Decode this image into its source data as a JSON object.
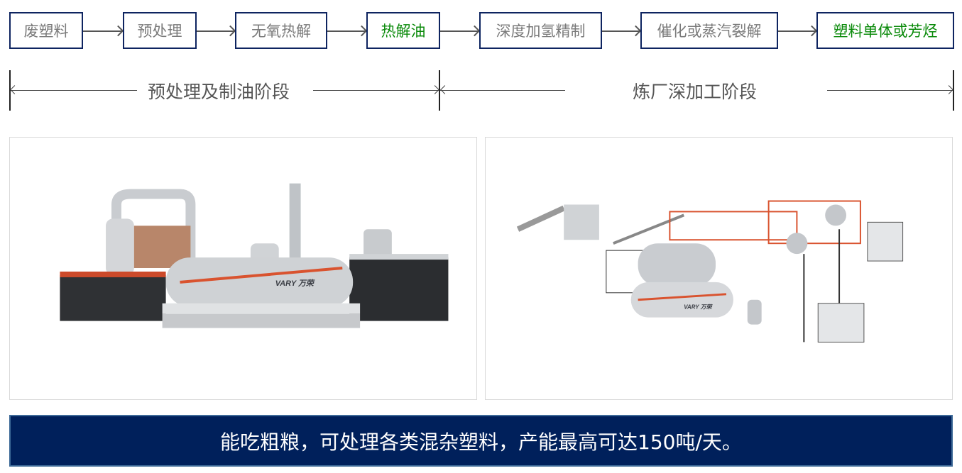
{
  "process_steps": [
    {
      "label": "废塑料",
      "highlight": false
    },
    {
      "label": "预处理",
      "highlight": false
    },
    {
      "label": "无氧热解",
      "highlight": false
    },
    {
      "label": "热解油",
      "highlight": true
    },
    {
      "label": "深度加氢精制",
      "highlight": false
    },
    {
      "label": "催化或蒸汽裂解",
      "highlight": false
    },
    {
      "label": "塑料单体或芳烃",
      "highlight": true
    }
  ],
  "stages": [
    {
      "label": "预处理及制油阶段"
    },
    {
      "label": "炼厂深加工阶段"
    }
  ],
  "images": [
    {
      "name": "pyrolysis-plant-machine",
      "brand": "VARY 万荣"
    },
    {
      "name": "refinery-plant-layout",
      "brand": "VARY 万荣"
    }
  ],
  "banner": {
    "text": "能吃粗粮，可处理各类混杂塑料，产能最高可达150吨/天。"
  },
  "colors": {
    "box_border": "#0e2460",
    "green_text": "#0a8a0a",
    "banner_bg": "#00205b"
  }
}
